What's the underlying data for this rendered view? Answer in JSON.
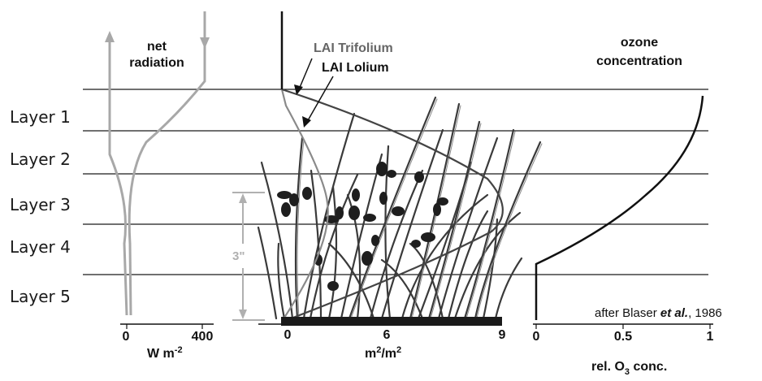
{
  "layers": [
    "Layer 1",
    "Layer 2",
    "Layer 3",
    "Layer 4",
    "Layer 5"
  ],
  "net_radiation": {
    "title_line1": "net",
    "title_line2": "radiation",
    "axis_ticks": [
      "0",
      "400"
    ],
    "unit_main": "W m",
    "unit_sup": "-2"
  },
  "lai": {
    "label_trifolium": "LAI Trifolium",
    "label_lolium": "LAI Lolium",
    "axis_ticks": [
      "0",
      "6",
      "9"
    ],
    "unit_main": "m",
    "unit_sup": "2",
    "unit_mid": "/m",
    "unit_sup2": "2",
    "height_label": "3\""
  },
  "ozone": {
    "title_line1": "ozone",
    "title_line2": "concentration",
    "axis_ticks": [
      "0",
      "0.5",
      "1"
    ],
    "unit_prefix": "rel. O",
    "unit_sub": "3",
    "unit_suffix": " conc."
  },
  "citation": {
    "prefix": "after Blaser ",
    "italic": "et al.",
    "suffix": ", 1986"
  },
  "colors": {
    "gray_curve": "#a8a8a8",
    "dark": "#111111",
    "lai_curve": "#444444",
    "trifolium_label": "#666666",
    "height_marker": "#b0b0b0"
  }
}
